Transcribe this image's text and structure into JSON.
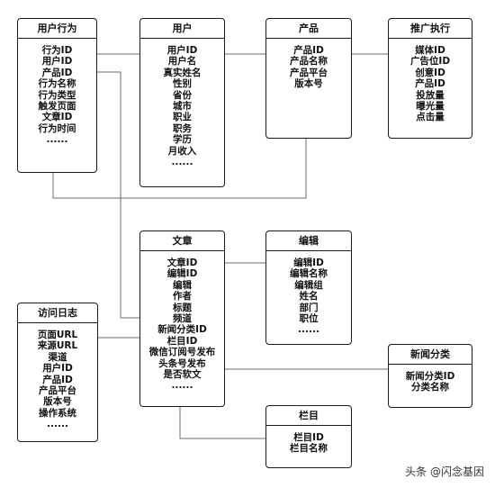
{
  "entities": {
    "behavior": {
      "title": "用户行为",
      "fields": [
        "行为ID",
        "用户ID",
        "产品ID",
        "行为名称",
        "行为类型",
        "触发页面",
        "文章ID",
        "行为时间",
        "......"
      ]
    },
    "user": {
      "title": "用户",
      "fields": [
        "用户ID",
        "用户名",
        "真实姓名",
        "性别",
        "省份",
        "城市",
        "职业",
        "职务",
        "学历",
        "月收入",
        "......"
      ]
    },
    "product": {
      "title": "产品",
      "fields": [
        "产品ID",
        "产品名称",
        "产品平台",
        "版本号"
      ]
    },
    "promotion": {
      "title": "推广执行",
      "fields": [
        "媒体ID",
        "广告位ID",
        "创意ID",
        "产品ID",
        "投放量",
        "曝光量",
        "点击量"
      ]
    },
    "article": {
      "title": "文章",
      "fields": [
        "文章ID",
        "编辑ID",
        "编辑",
        "作者",
        "标题",
        "频道",
        "新闻分类ID",
        "栏目ID",
        "微信订阅号发布",
        "头条号发布",
        "是否软文",
        "......"
      ]
    },
    "editor": {
      "title": "编辑",
      "fields": [
        "编辑ID",
        "编辑名称",
        "编辑组",
        "姓名",
        "部门",
        "职位",
        "......"
      ]
    },
    "visit_log": {
      "title": "访问日志",
      "fields": [
        "页面URL",
        "来源URL",
        "渠道",
        "用户ID",
        "产品ID",
        "产品平台",
        "版本号",
        "操作系统",
        "......"
      ]
    },
    "news_category": {
      "title": "新闻分类",
      "fields": [
        "新闻分类ID",
        "分类名称"
      ]
    },
    "column": {
      "title": "栏目",
      "fields": [
        "栏目ID",
        "栏目名称"
      ]
    }
  },
  "watermark": "头条 @闪念基因"
}
